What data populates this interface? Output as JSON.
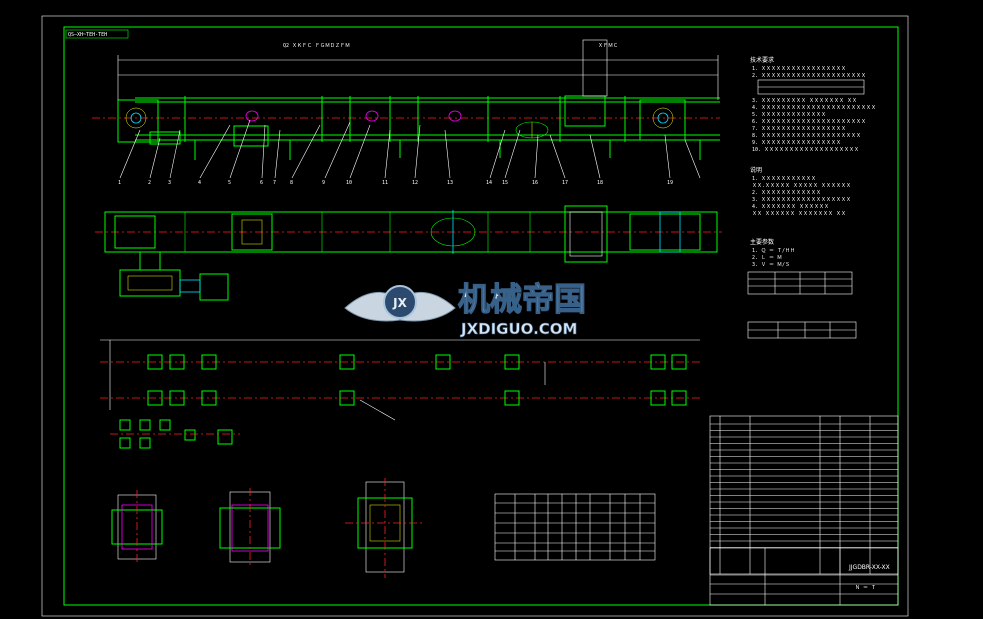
{
  "drawing": {
    "corner_tag": "QS—XH~TEH-TEH",
    "top_label": "Q2 ＸＫＦＣ ＦＧＭＤＺＦＭ",
    "right_top_label": "ＸＦＭＣ",
    "drawing_number": "JJGDBR-XX-XX",
    "scale_label": "Ｎ ＝ Ｔ",
    "part_numbers": [
      "1",
      "2",
      "3",
      "4",
      "5",
      "6",
      "7",
      "8",
      "9",
      "10",
      "11",
      "12",
      "13",
      "14",
      "15",
      "16",
      "17",
      "18",
      "19"
    ]
  },
  "watermark": {
    "cn_text": "机械帝国",
    "url_text": "JXDIGUO.COM"
  },
  "notes": {
    "title_1": "技术要求",
    "title_2": "说明",
    "title_3": "主要参数",
    "lines_1": [
      "1. ＸＸＸＸＸＸＸＸＸＸＸＸＸＸＸＸＸ",
      "2. ＸＸＸＸＸＸＸＸＸＸＸＸＸＸＸＸＸＸＸＸＸ",
      "3. ＸＸＸＸＸＸＸＸＸ ＸＸＸＸＸＸＸ ＸＸ",
      "4. ＸＸＸＸＸＸＸＸＸＸＸＸＸＸＸＸＸＸＸＸＸＸＸ",
      "5. ＸＸＸＸＸＸＸＸＸＸＸＸＸ",
      "6. ＸＸＸＸＸＸＸＸＸＸＸＸＸＸＸＸＸＸＸＸＸ",
      "7. ＸＸＸＸＸＸＸＸＸＸＸＸＸＸＸＸＸ",
      "8. ＸＸＸＸＸＸＸＸＸＸＸＸＸＸＸＸＸＸＸＸ",
      "9. ＸＸＸＸＸＸＸＸＸＸＸＸＸＸＸＸ",
      "10. ＸＸＸＸＸＸＸＸＸＸＸＸＸＸＸＸＸＸＸ"
    ],
    "lines_2": [
      "1. ＸＸＸＸＸＸＸＸＸＸＸ",
      "   ＸＸ.ＸＸＸＸＸ ＸＸＸＸＸ ＸＸＸＸＸＸ",
      "2. ＸＸＸＸＸＸＸＸＸＸＸＸ",
      "3. ＸＸＸＸＸＸＸＸＸＸＸＸＸＸＸＸＸＸ",
      "4. ＸＸＸＸＸＸＸ ＸＸＸＸＸＸ",
      "   ＸＸ ＸＸＸＸＸＸ ＸＸＸＸＸＸＸ ＸＸ"
    ],
    "lines_3": [
      "1. Ｑ ＝ Ｔ/ＨＨ",
      "2. Ｌ ＝ Ｍ",
      "3. Ｖ ＝ Ｍ/Ｓ"
    ]
  }
}
